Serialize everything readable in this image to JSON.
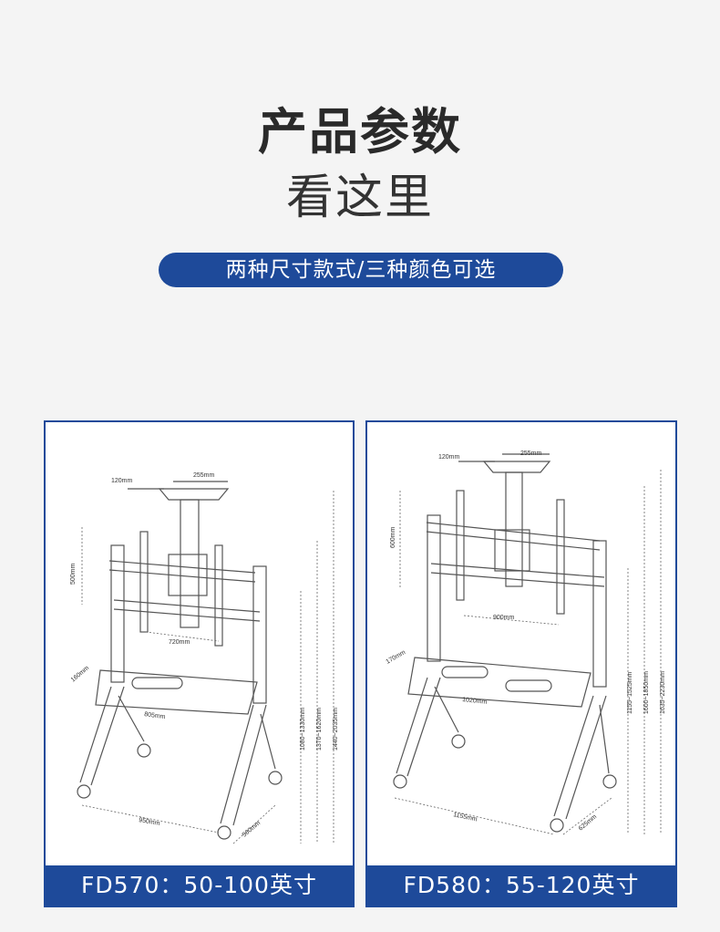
{
  "header": {
    "title": "产品参数",
    "subtitle": "看这里",
    "badge": "两种尺寸款式/三种颜色可选"
  },
  "models": [
    {
      "caption": "FD570：50-100英寸",
      "dims": {
        "bracket_width": "120mm",
        "clamp_width": "255mm",
        "vesa_height": "500mm",
        "vesa_width": "720mm",
        "tray_depth": "160mm",
        "tray_width": "805mm",
        "base_width": "950mm",
        "base_depth": "560mm",
        "height_range_1": "1080~1330mm",
        "height_range_2": "1370~1620mm",
        "height_range_3": "1440~2035mm"
      }
    },
    {
      "caption": "FD580：55-120英寸",
      "dims": {
        "bracket_width": "120mm",
        "clamp_width": "255mm",
        "vesa_height": "600mm",
        "vesa_width": "900mm",
        "tray_depth": "170mm",
        "tray_width": "1020mm",
        "base_width": "1155mm",
        "base_depth": "625mm",
        "height_range_1": "1155~1525mm",
        "height_range_2": "1600~1850mm",
        "height_range_3": "1635~2230mm"
      }
    }
  ],
  "colors": {
    "accent": "#1e4a9a",
    "background": "#f4f4f4"
  }
}
